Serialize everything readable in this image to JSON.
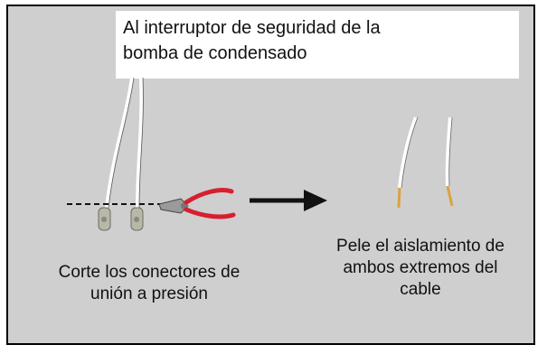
{
  "top_label": {
    "line1": "Al interruptor de seguridad de la",
    "line2": "bomba de condensado"
  },
  "left_caption": {
    "line1": "Corte los conectores de",
    "line2": "unión a presión"
  },
  "right_caption": {
    "line1": "Pele el aislamiento de",
    "line2": "ambos extremos del",
    "line3": "cable"
  },
  "colors": {
    "panel_background": "#cfcfcf",
    "plier_handles": "#d62030",
    "stripped_wire_ends": "#d9a340"
  },
  "icons": [
    "wire-pair-with-connectors",
    "cutting-pliers",
    "right-arrow",
    "stripped-wire-pair"
  ]
}
